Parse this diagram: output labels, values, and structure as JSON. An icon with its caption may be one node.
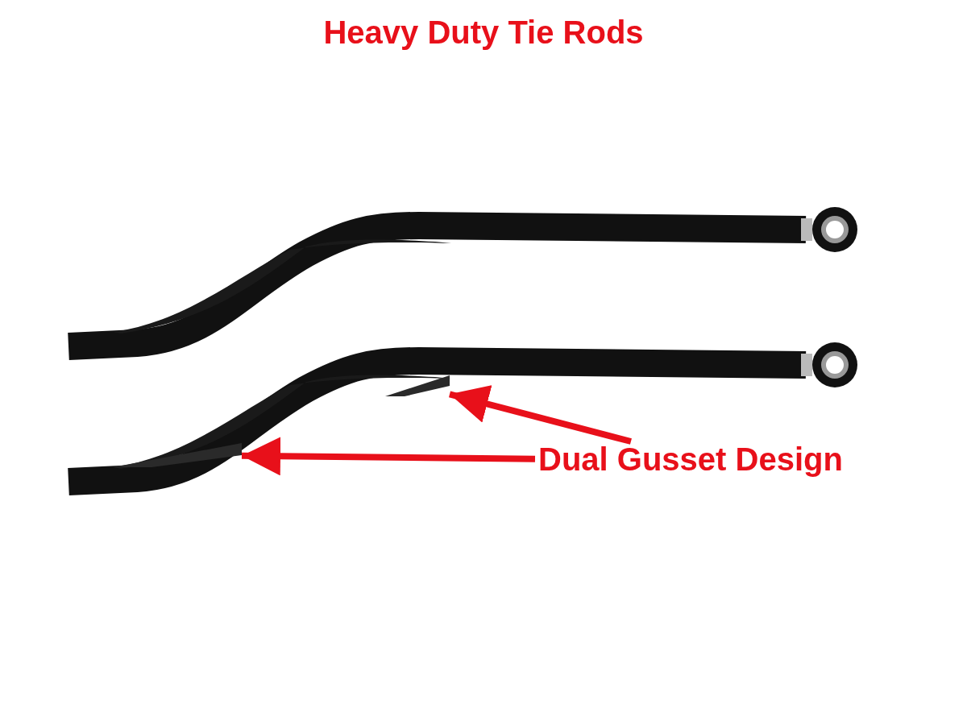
{
  "diagram": {
    "title": "Heavy Duty Tie Rods",
    "nodes": [
      {
        "text": [
          "Dual Gusset Design"
        ]
      },
      {
        "text": [],
        "shape": "picture"
      },
      {
        "text": [],
        "shape": "picture"
      }
    ],
    "edges": [
      {
        "from": 0,
        "to": 1,
        "arrow": "to"
      },
      {
        "from": 0,
        "to": 2,
        "arrow": "to"
      }
    ]
  }
}
